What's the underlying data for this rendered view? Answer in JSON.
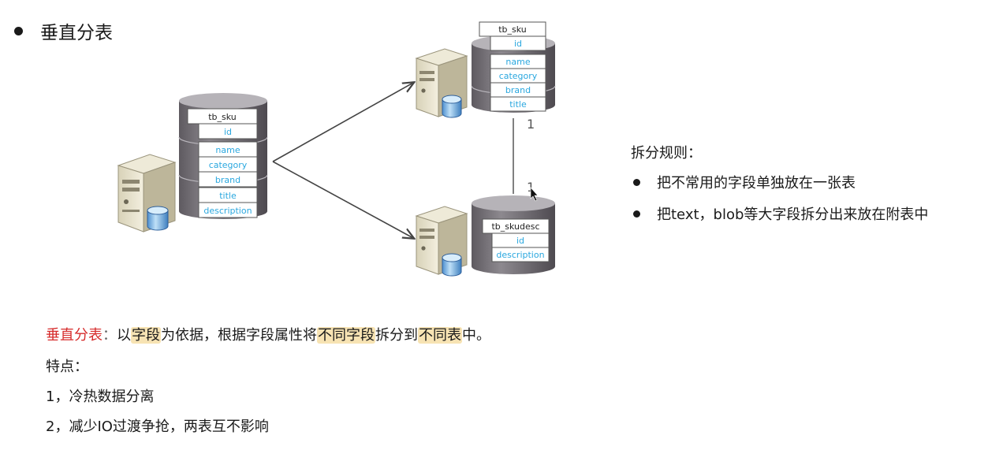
{
  "page": {
    "title": "垂直分表",
    "rules_heading": "拆分规则：",
    "rules": [
      "把不常用的字段单独放在一张表",
      "把text，blob等大字段拆分出来放在附表中"
    ],
    "definition": {
      "term": "垂直分表",
      "colon": "：",
      "parts": [
        "以",
        "字段",
        "为依据，根据字段属性将",
        "不同字段",
        "拆分到",
        "不同表",
        "中。"
      ]
    },
    "features_heading": "特点：",
    "features": [
      "1，冷热数据分离",
      "2，减少IO过渡争抢，两表互不影响"
    ]
  },
  "diagram": {
    "source_table": {
      "name": "tb_sku",
      "fields": [
        "id",
        "name",
        "category",
        "brand",
        "title",
        "description"
      ]
    },
    "target_top": {
      "name": "tb_sku",
      "fields": [
        "id",
        "name",
        "category",
        "brand",
        "title"
      ]
    },
    "target_bottom": {
      "name": "tb_skudesc",
      "fields": [
        "id",
        "description"
      ]
    },
    "relation": {
      "top_label": "1",
      "bottom_label": "1"
    },
    "colors": {
      "field_text": "#2aa7df",
      "cylinder": "#6e6a70",
      "cylinder_top": "#b6b3b8",
      "server": "#e8e3cf"
    }
  }
}
